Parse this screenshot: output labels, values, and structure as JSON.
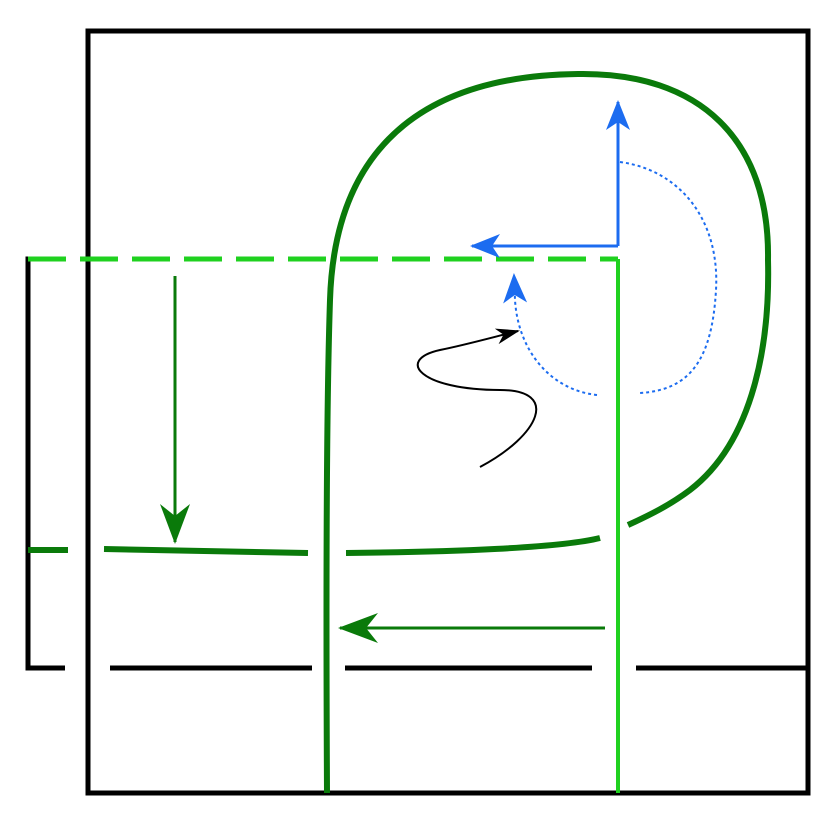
{
  "diagram": {
    "colors": {
      "background": "#ffffff",
      "frame": "#000000",
      "strand_dark": "#0a7a0a",
      "strand_light": "#1fd11f",
      "rotation": "#1c6cf0",
      "squiggle": "#000000"
    },
    "elements": [
      "outer-square",
      "back-bracket",
      "light-green-dashed-edge",
      "light-green-vertical-strand",
      "dark-green-loop-strand",
      "dark-green-horizontal-strand",
      "down-arrow",
      "left-arrow",
      "blue-rotation-axes",
      "blue-dotted-arc",
      "black-squiggle-arrow"
    ]
  }
}
